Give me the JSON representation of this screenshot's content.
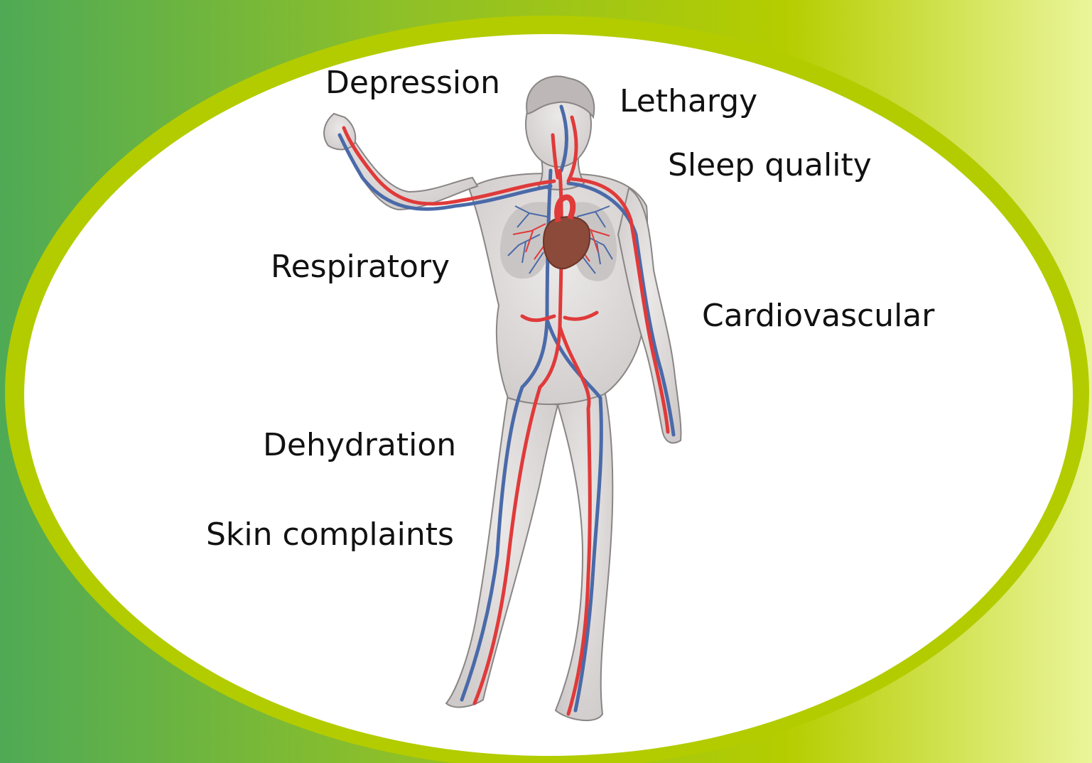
{
  "labels": {
    "depression": "Depression",
    "lethargy": "Lethargy",
    "sleep_quality": "Sleep quality",
    "respiratory": "Respiratory",
    "cardiovascular": "Cardiovascular",
    "dehydration": "Dehydration",
    "skin_complaints": "Skin complaints"
  },
  "colors": {
    "background_left": "#4faa55",
    "background_mid": "#b5cd00",
    "background_right": "#eaf59a",
    "oval_rim": "#b3cc00",
    "oval_fill": "#ffffff",
    "artery": "#e03a3a",
    "vein": "#4a6aa8",
    "heart": "#8b4a3a",
    "body": "#d9d6d6"
  }
}
